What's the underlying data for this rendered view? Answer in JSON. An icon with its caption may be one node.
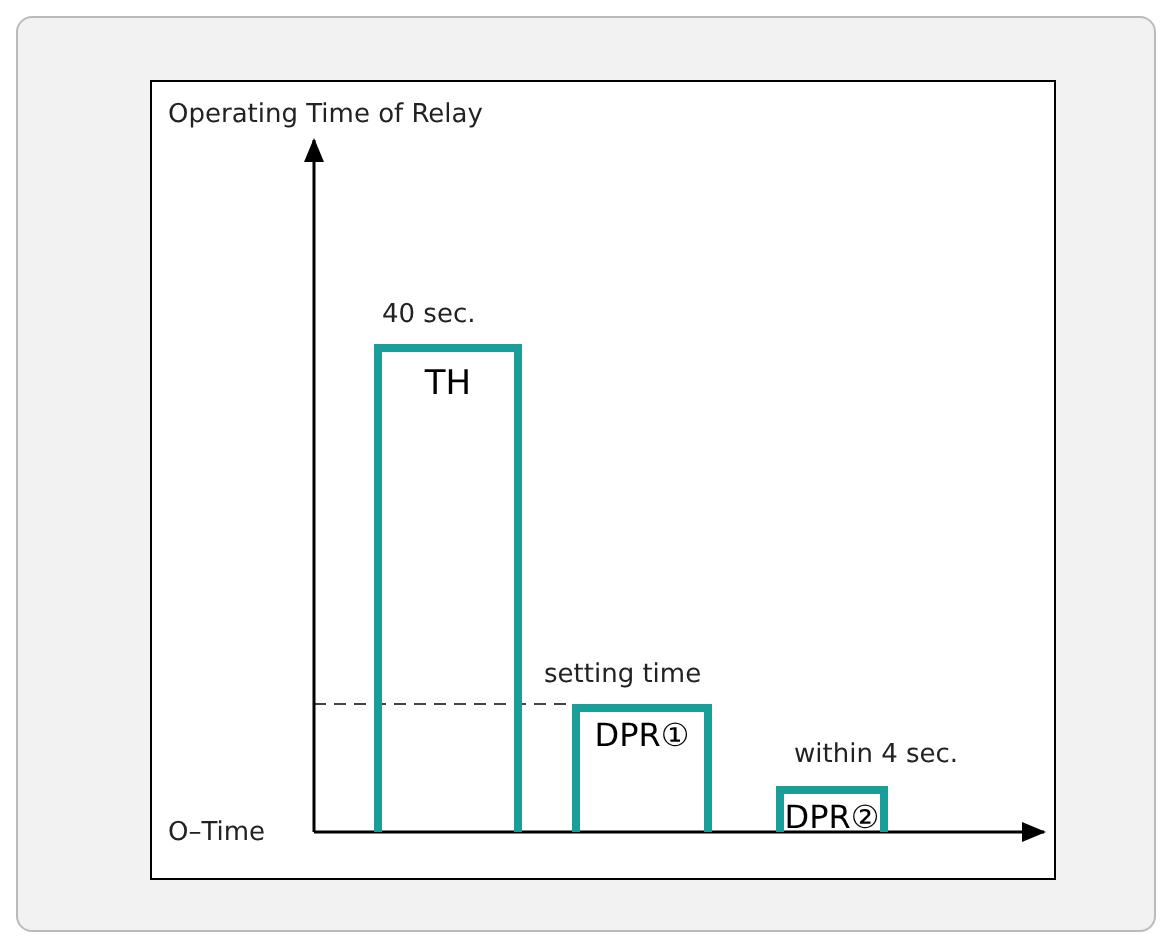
{
  "diagram": {
    "nodes": [
      {
        "text": [
          "TH"
        ],
        "beside": [
          "40 sec."
        ]
      },
      {
        "text": [
          "DPR①"
        ]
      },
      {
        "text": [
          "DPR②"
        ],
        "beside": [
          "within 4 sec."
        ]
      }
    ],
    "labels": [
      "Operating Time of Relay",
      "setting time",
      "O–Time"
    ]
  }
}
